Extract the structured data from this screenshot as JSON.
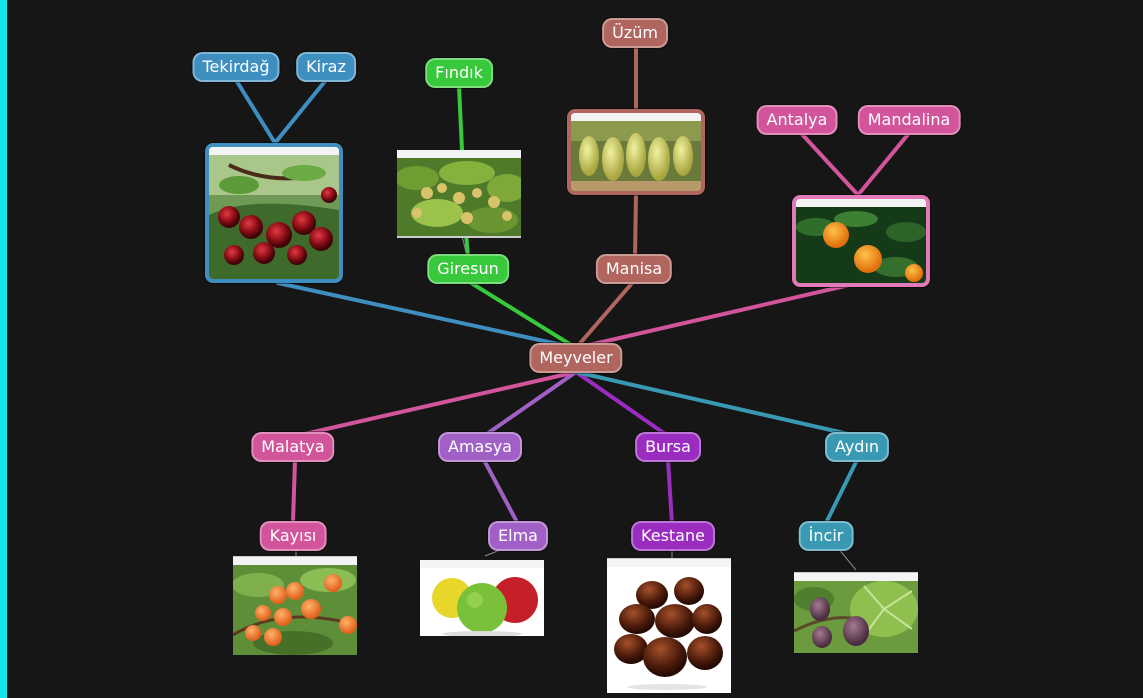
{
  "colors": {
    "background": "#161616",
    "left_edge": "#13e4ec",
    "blue": "#3e8fc0",
    "green": "#38c83c",
    "brown": "#b0665f",
    "pink": "#d2559b",
    "purple": "#a160c6",
    "violet": "#9a2cc0",
    "teal": "#3a99b2"
  },
  "center": {
    "label": "Meyveler"
  },
  "nodes": {
    "tekirdag": "Tekirdağ",
    "kiraz": "Kiraz",
    "findik": "Fındık",
    "giresun": "Giresun",
    "uzum": "Üzüm",
    "manisa": "Manisa",
    "antalya": "Antalya",
    "mandalina": "Mandalina",
    "malatya": "Malatya",
    "kayisi": "Kayısı",
    "amasya": "Amasya",
    "elma": "Elma",
    "bursa": "Bursa",
    "kestane": "Kestane",
    "aydin": "Aydın",
    "incir": "İncir"
  },
  "images": {
    "cherry": "cherry-photo",
    "hazelnut": "hazelnut-photo",
    "grape": "grape-photo",
    "mandarin": "mandarin-photo",
    "apricot": "apricot-photo",
    "apple": "apple-photo",
    "chestnut": "chestnut-photo",
    "fig": "fig-photo"
  }
}
